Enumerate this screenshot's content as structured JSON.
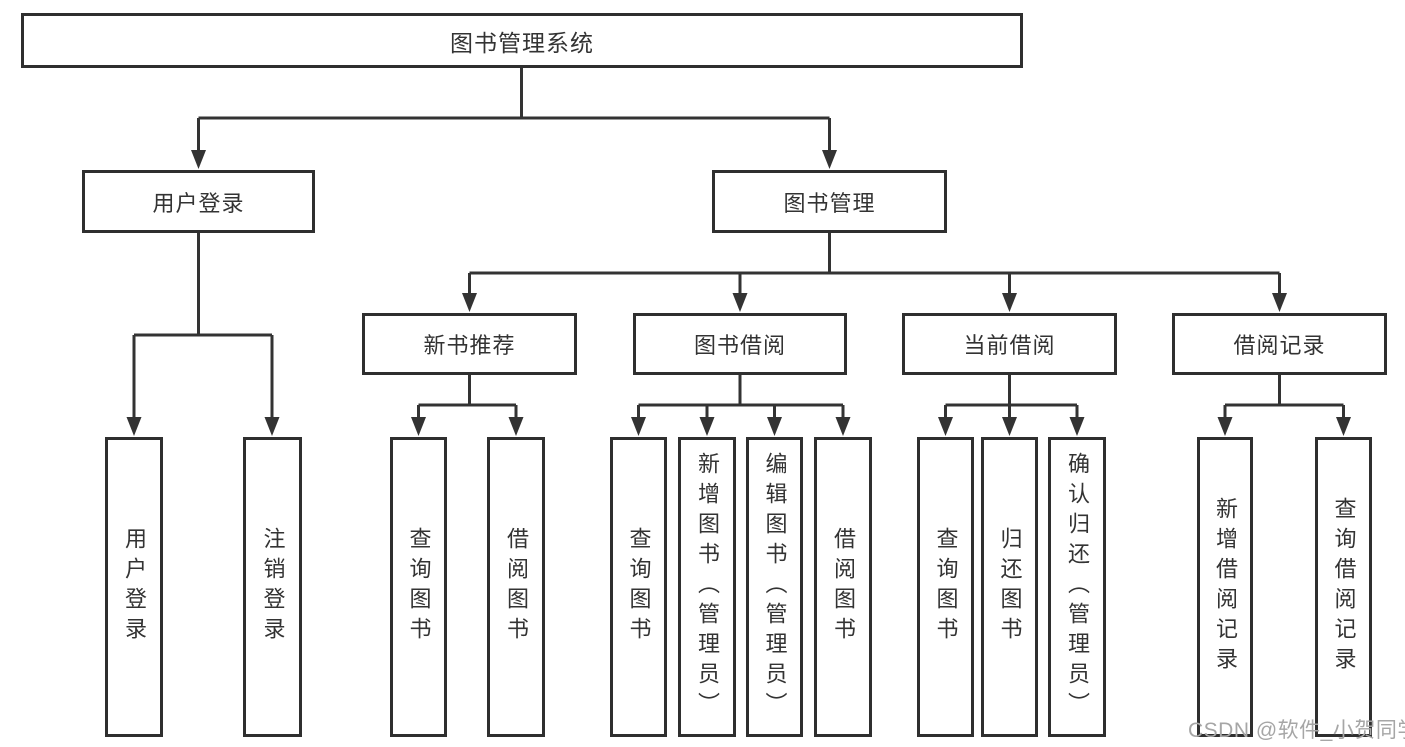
{
  "diagram": {
    "title": "图书管理系统",
    "level1": {
      "user_login": "用户登录",
      "book_mgmt": "图书管理"
    },
    "level2": {
      "new_books": "新书推荐",
      "book_borrow": "图书借阅",
      "current_borrow": "当前借阅",
      "borrow_records": "借阅记录"
    },
    "leaves": {
      "user_login": "用户登录",
      "logout": "注销登录",
      "nb_query_books": "查询图书",
      "nb_borrow_books": "借阅图书",
      "bb_query_books": "查询图书",
      "bb_add_books": "新增图书（管理员）",
      "bb_edit_books": "编辑图书（管理员）",
      "bb_borrow_books": "借阅图书",
      "cb_query_books": "查询图书",
      "cb_return_books": "归还图书",
      "cb_confirm_return": "确认归还（管理员）",
      "br_add_record": "新增借阅记录",
      "br_query_record": "查询借阅记录"
    }
  },
  "watermark": {
    "text": "CSDN @软件_小贺同学"
  },
  "colors": {
    "line": "#333333",
    "border": "#2f2f2f",
    "text": "#333333",
    "background": "#ffffff",
    "watermark": "#a6a6a6"
  }
}
